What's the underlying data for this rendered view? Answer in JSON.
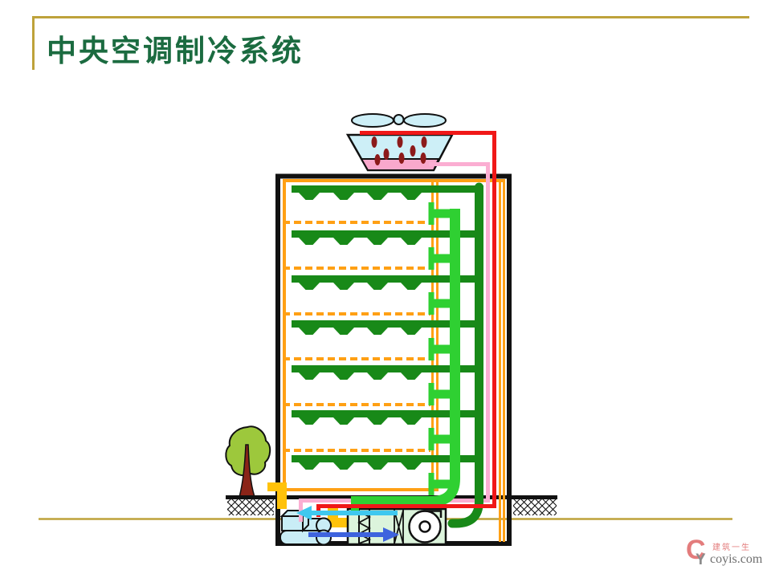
{
  "slide": {
    "title": "中央空调制冷系统"
  },
  "watermark": {
    "letter_c": "C",
    "letter_y": "Y",
    "brand": "建筑一生",
    "domain": "coyis.com"
  },
  "diagram": {
    "floors": {
      "count": 7,
      "diffusers_per_floor": 4,
      "diffuser_centers_x": [
        385,
        428,
        470,
        512
      ]
    },
    "icon_names": [
      "cooling-tower-icon",
      "fan-propeller-icon",
      "water-droplets-icon",
      "tree-icon",
      "chiller-icon",
      "air-handling-unit-icon",
      "filter-icon",
      "damper-icon",
      "fan-scroll-icon",
      "supply-air-arrow-icon",
      "return-air-arrow-icon"
    ]
  },
  "colors": {
    "slide_line": "#BEA23A",
    "title_text": "#1B6B40",
    "outline_black": "#111111",
    "pipe_orange": "#FFA014",
    "pipe_gold": "#FFC20A",
    "pipe_dark_green": "#188918",
    "pipe_bright_green": "#2FD032",
    "pipe_red": "#F01818",
    "pipe_pink": "#FBAED2",
    "tower_fill": "#CDEFF7",
    "basin_pink": "#F9A8CC",
    "droplet_red": "#8C1A1A",
    "chiller_fill": "#C9EDF6",
    "ahu_fill": "#DCF4DC",
    "arrow_cyan": "#3FC8EF",
    "arrow_blue": "#3E63DE",
    "tree_green": "#9DC83C",
    "trunk_red": "#8B2418",
    "logo_pink": "#E37C7C",
    "logo_gray": "#8C8C8C",
    "logo_text_gray": "#6F6F6F"
  }
}
